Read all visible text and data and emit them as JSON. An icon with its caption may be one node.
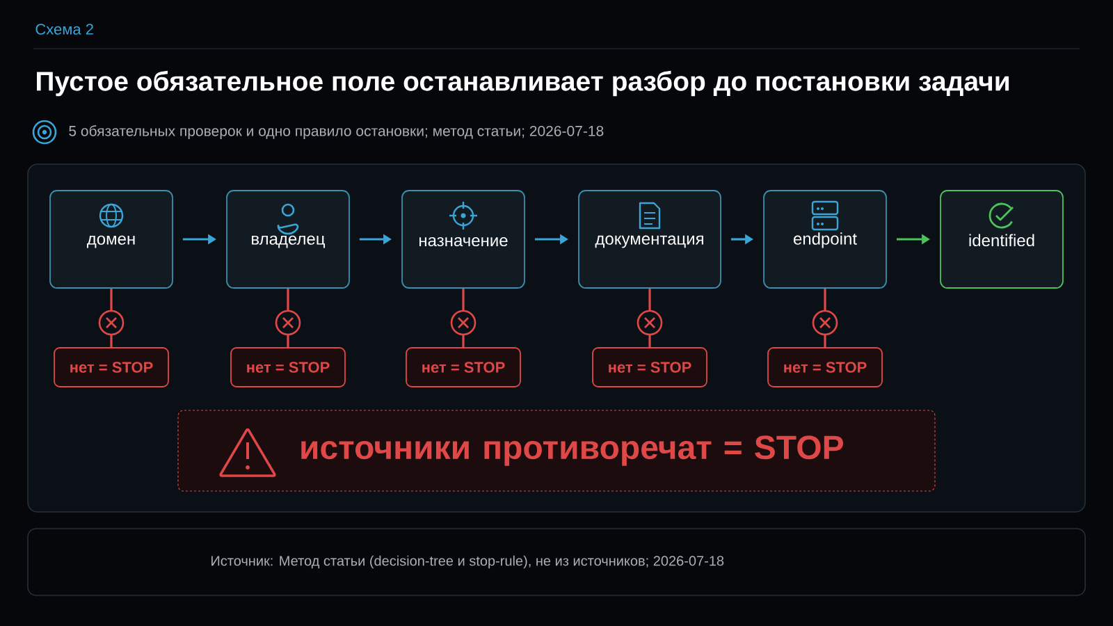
{
  "diagram": {
    "title": "Пустое обязательное поле останавливает разбор до постановки задачи",
    "nodes": [
      {
        "text": [
          "домен"
        ]
      },
      {
        "text": [
          "владелец"
        ]
      },
      {
        "text": [
          "назначение"
        ]
      },
      {
        "text": [
          "документация"
        ]
      },
      {
        "text": [
          "endpoint"
        ]
      },
      {
        "text": [
          "identified"
        ]
      },
      {
        "text": [
          "нет = STOP"
        ]
      },
      {
        "text": [
          "нет = STOP"
        ]
      },
      {
        "text": [
          "нет = STOP"
        ]
      },
      {
        "text": [
          "нет = STOP"
        ]
      },
      {
        "text": [
          "нет = STOP"
        ]
      },
      {
        "text": [
          "источники противоречат = STOP"
        ]
      }
    ],
    "edges": [
      {
        "from": 0,
        "to": 1,
        "arrow": "to",
        "color": "#3aa6d8"
      },
      {
        "from": 1,
        "to": 2,
        "arrow": "to",
        "color": "#3aa6d8"
      },
      {
        "from": 2,
        "to": 3,
        "arrow": "to",
        "color": "#3aa6d8"
      },
      {
        "from": 3,
        "to": 4,
        "arrow": "to",
        "color": "#3aa6d8"
      },
      {
        "from": 4,
        "to": 5,
        "arrow": "to",
        "color": "#4cc25a"
      },
      {
        "from": 0,
        "to": 6,
        "arrow": "none"
      },
      {
        "from": 1,
        "to": 7,
        "arrow": "none"
      },
      {
        "from": 2,
        "to": 8,
        "arrow": "none"
      },
      {
        "from": 3,
        "to": 9,
        "arrow": "none"
      },
      {
        "from": 4,
        "to": 10,
        "arrow": "none"
      }
    ],
    "labels": [
      "Схема 2",
      "5 обязательных проверок и одно правило остановки; метод статьи; 2026-07-18",
      "Источник: Метод статьи (decision-tree и stop-rule), не из источников; 2026-07-18"
    ]
  }
}
